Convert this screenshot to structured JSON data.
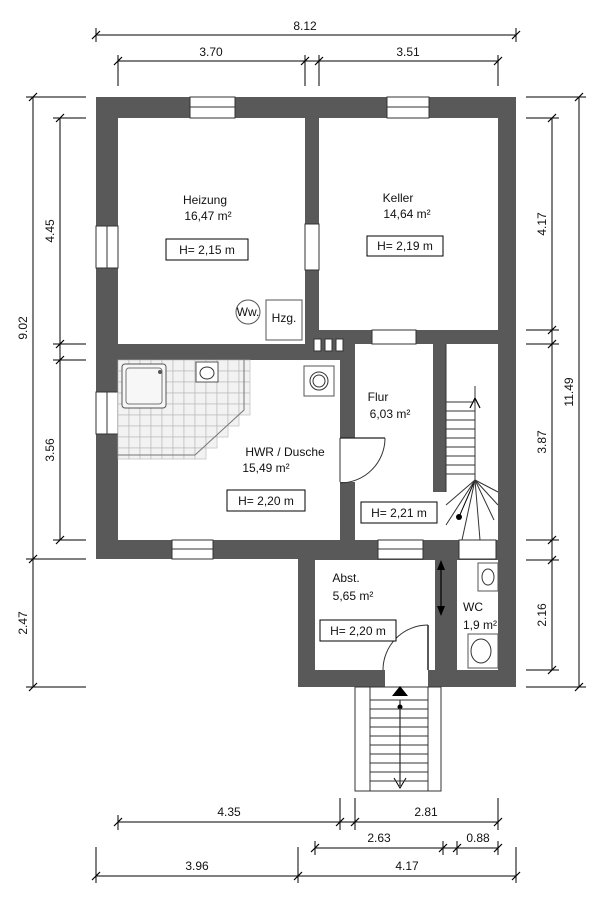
{
  "dimensions": {
    "top_total": "8.12",
    "top_left": "3.70",
    "top_right": "3.51",
    "left_outer": "9.02",
    "left_inner_top": "4.45",
    "left_inner_mid": "3.56",
    "left_outer_bottom": "2.47",
    "right_total": "11.49",
    "right_top": "4.17",
    "right_mid": "3.87",
    "right_bottom": "2.16",
    "bottom_row1_left": "4.35",
    "bottom_row1_right": "2.81",
    "bottom_row2_mid": "2.63",
    "bottom_row2_right": "0.88",
    "bottom_row3_left": "3.96",
    "bottom_row3_right": "4.17"
  },
  "rooms": {
    "heizung": {
      "name": "Heizung",
      "area": "16,47 m²",
      "height": "H= 2,15 m"
    },
    "keller": {
      "name": "Keller",
      "area": "14,64 m²",
      "height": "H= 2,19 m"
    },
    "hwr": {
      "name": "HWR / Dusche",
      "area": "15,49 m²",
      "height": "H= 2,20 m"
    },
    "flur": {
      "name": "Flur",
      "area": "6,03 m²",
      "height": "H= 2,21 m"
    },
    "abst": {
      "name": "Abst.",
      "area": "5,65 m²",
      "height": "H= 2,20 m"
    },
    "wc": {
      "name": "WC",
      "area": "1,9 m²"
    }
  },
  "fixtures": {
    "boiler": "Ww.",
    "heater": "Hzg."
  }
}
